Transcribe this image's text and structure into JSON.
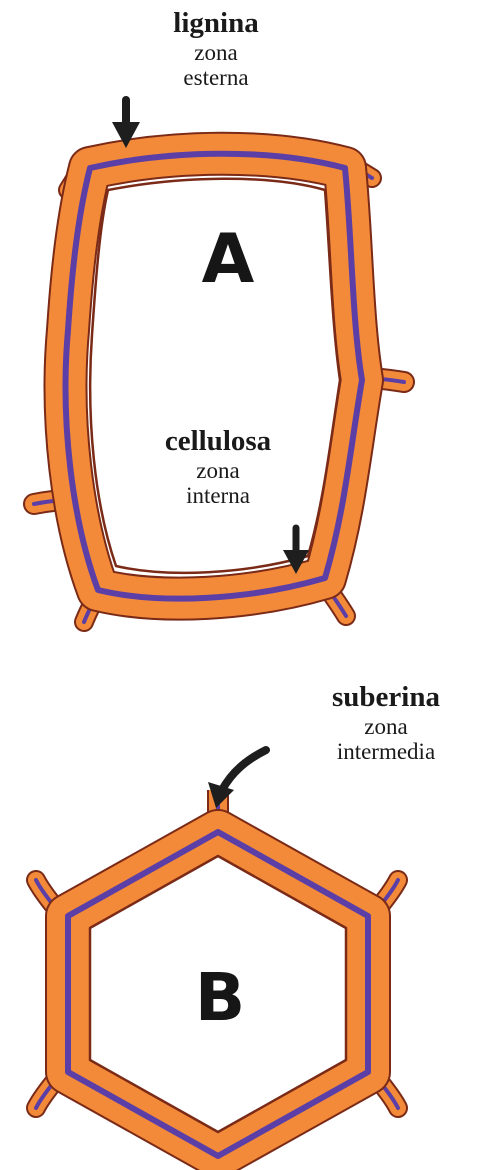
{
  "colors": {
    "outer_wall": "#f28a3a",
    "middle_lamella": "#5b3fa6",
    "edge": "#7a2a16",
    "lumen": "#ffffff",
    "arrow": "#1e1e1e",
    "text": "#1a1a1a"
  },
  "cell_a": {
    "letter": "A",
    "label_top": {
      "title": "lignina",
      "line1": "zona",
      "line2": "esterna"
    },
    "label_inner": {
      "title": "cellulosa",
      "line1": "zona",
      "line2": "interna"
    }
  },
  "cell_b": {
    "letter": "B",
    "label_top": {
      "title": "suberina",
      "line1": "zona",
      "line2": "intermedia"
    }
  }
}
